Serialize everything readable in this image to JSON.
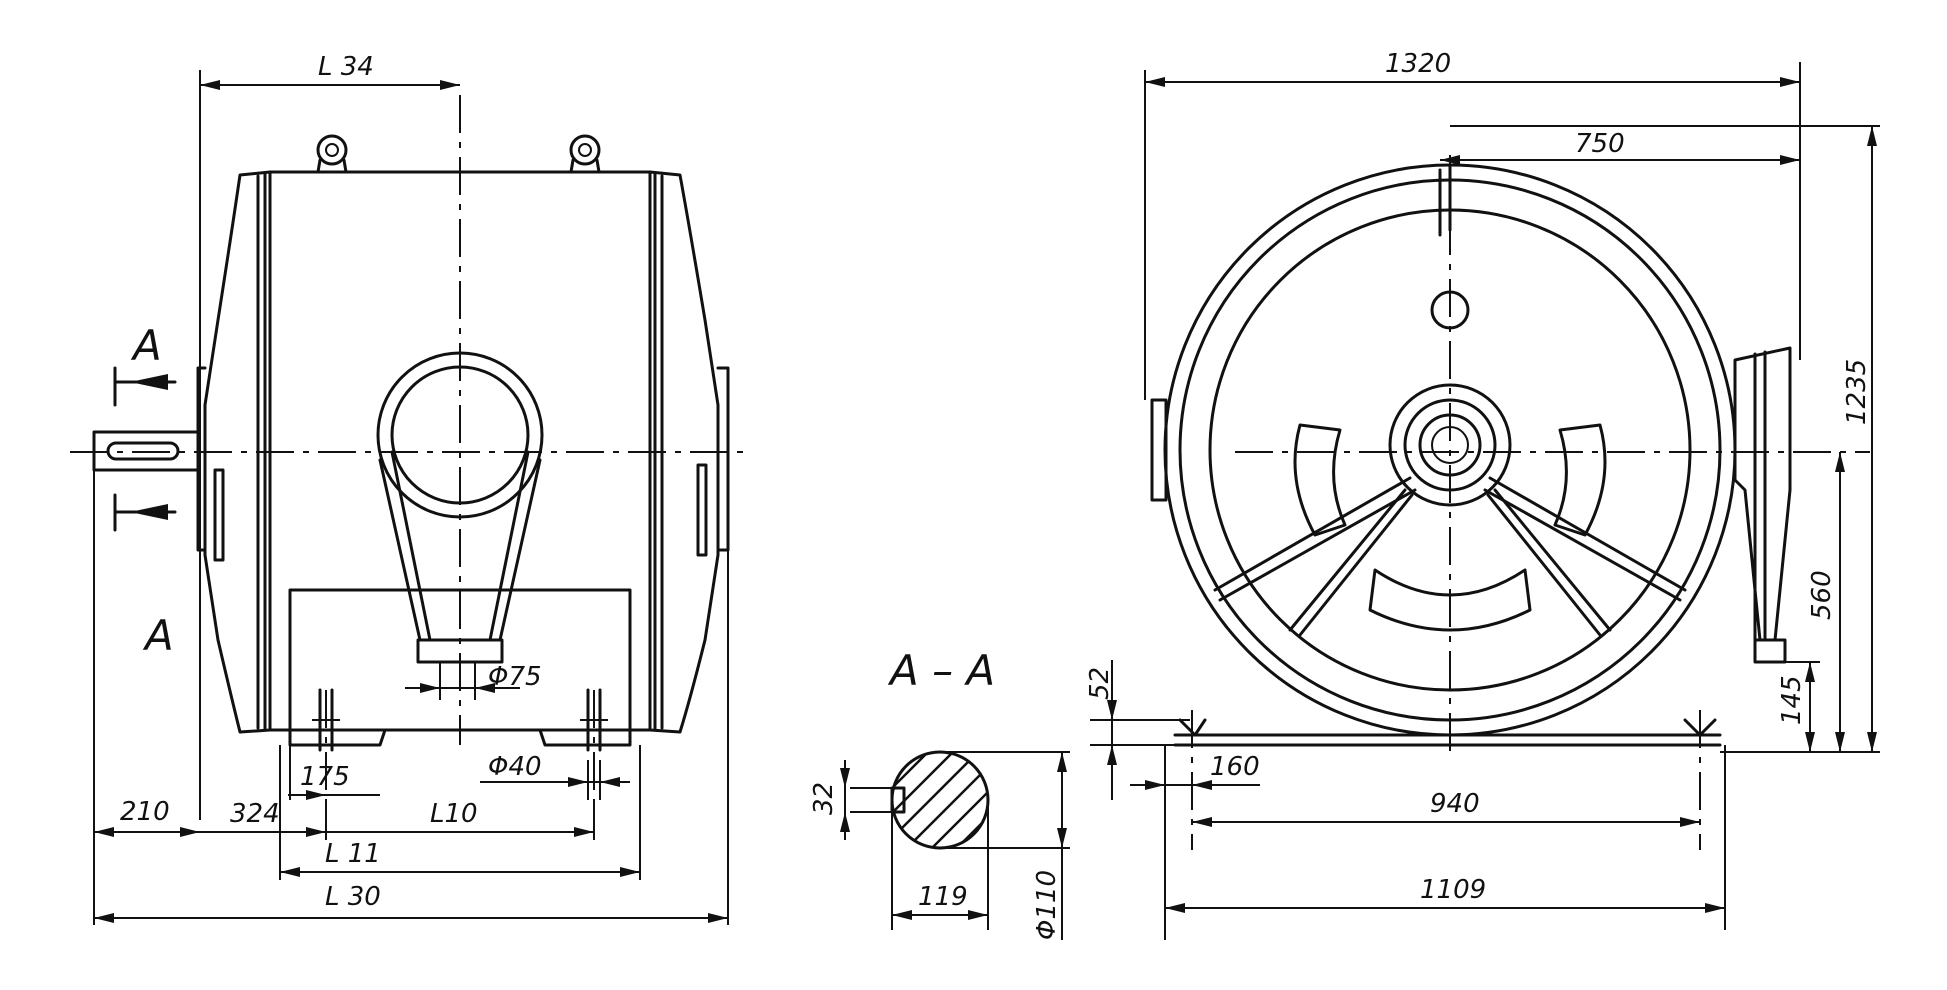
{
  "dimensions": {
    "L34": "L 34",
    "d75": "Φ75",
    "d40": "Φ40",
    "d175": "175",
    "d210": "210",
    "d324": "324",
    "L10": "L10",
    "L11": "L 11",
    "L30": "L 30",
    "d32": "32",
    "d119": "119",
    "d110": "Φ110",
    "d1320": "1320",
    "d750": "750",
    "d1235": "1235",
    "d560": "560",
    "d145": "145",
    "d52": "52",
    "d160": "160",
    "d940": "940",
    "d1109": "1109"
  },
  "section_labels": {
    "arrow_top": "A",
    "view_A": "A",
    "section": "A – A"
  }
}
